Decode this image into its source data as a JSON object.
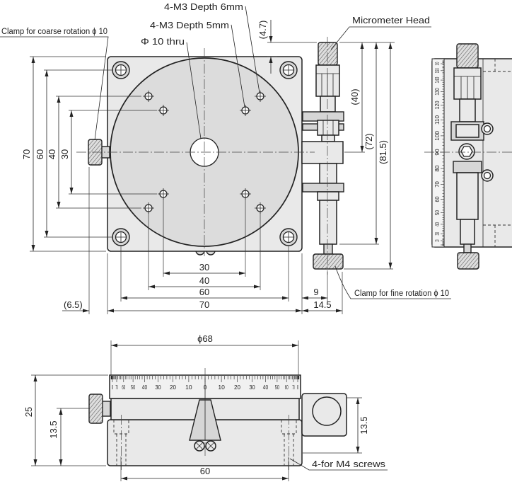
{
  "top_view": {
    "callouts": {
      "m3_depth_6": "4-M3 Depth 6mm",
      "m3_depth_5": "4-M3 Depth 5mm",
      "thru_hole": "Φ 10 thru",
      "coarse_clamp": "Clamp for coarse rotation ϕ 10",
      "micrometer_head": "Micrometer Head",
      "fine_clamp": "Clamp for fine rotation ϕ 10"
    },
    "dimensions": {
      "top_offset": "(4.7)",
      "v70": "70",
      "v60": "60",
      "v40": "40",
      "v30": "30",
      "mic_40": "(40)",
      "mic_72": "(72)",
      "mic_81_5": "(81.5)",
      "h30": "30",
      "h40": "40",
      "h60": "60",
      "h70": "70",
      "knob_offset": "(6.5)",
      "mic_axis": "9",
      "mic_width": "14.5"
    }
  },
  "end_view": {
    "scale_labels": [
      "20",
      "30",
      "40",
      "50",
      "60",
      "70",
      "80",
      "90",
      "100",
      "110",
      "120",
      "130",
      "140",
      "150",
      "160"
    ]
  },
  "side_view": {
    "scale_labels": [
      "80",
      "70",
      "60",
      "50",
      "40",
      "30",
      "20",
      "10",
      "0",
      "10",
      "20",
      "30",
      "40",
      "50",
      "60",
      "70",
      "80"
    ],
    "callouts": {
      "mount_holes": "4-for M4 screws"
    },
    "dimensions": {
      "diameter": "ϕ68",
      "height": "25",
      "knob_height": "13.5",
      "clamp_height": "13.5",
      "hole_pitch": "60"
    }
  }
}
